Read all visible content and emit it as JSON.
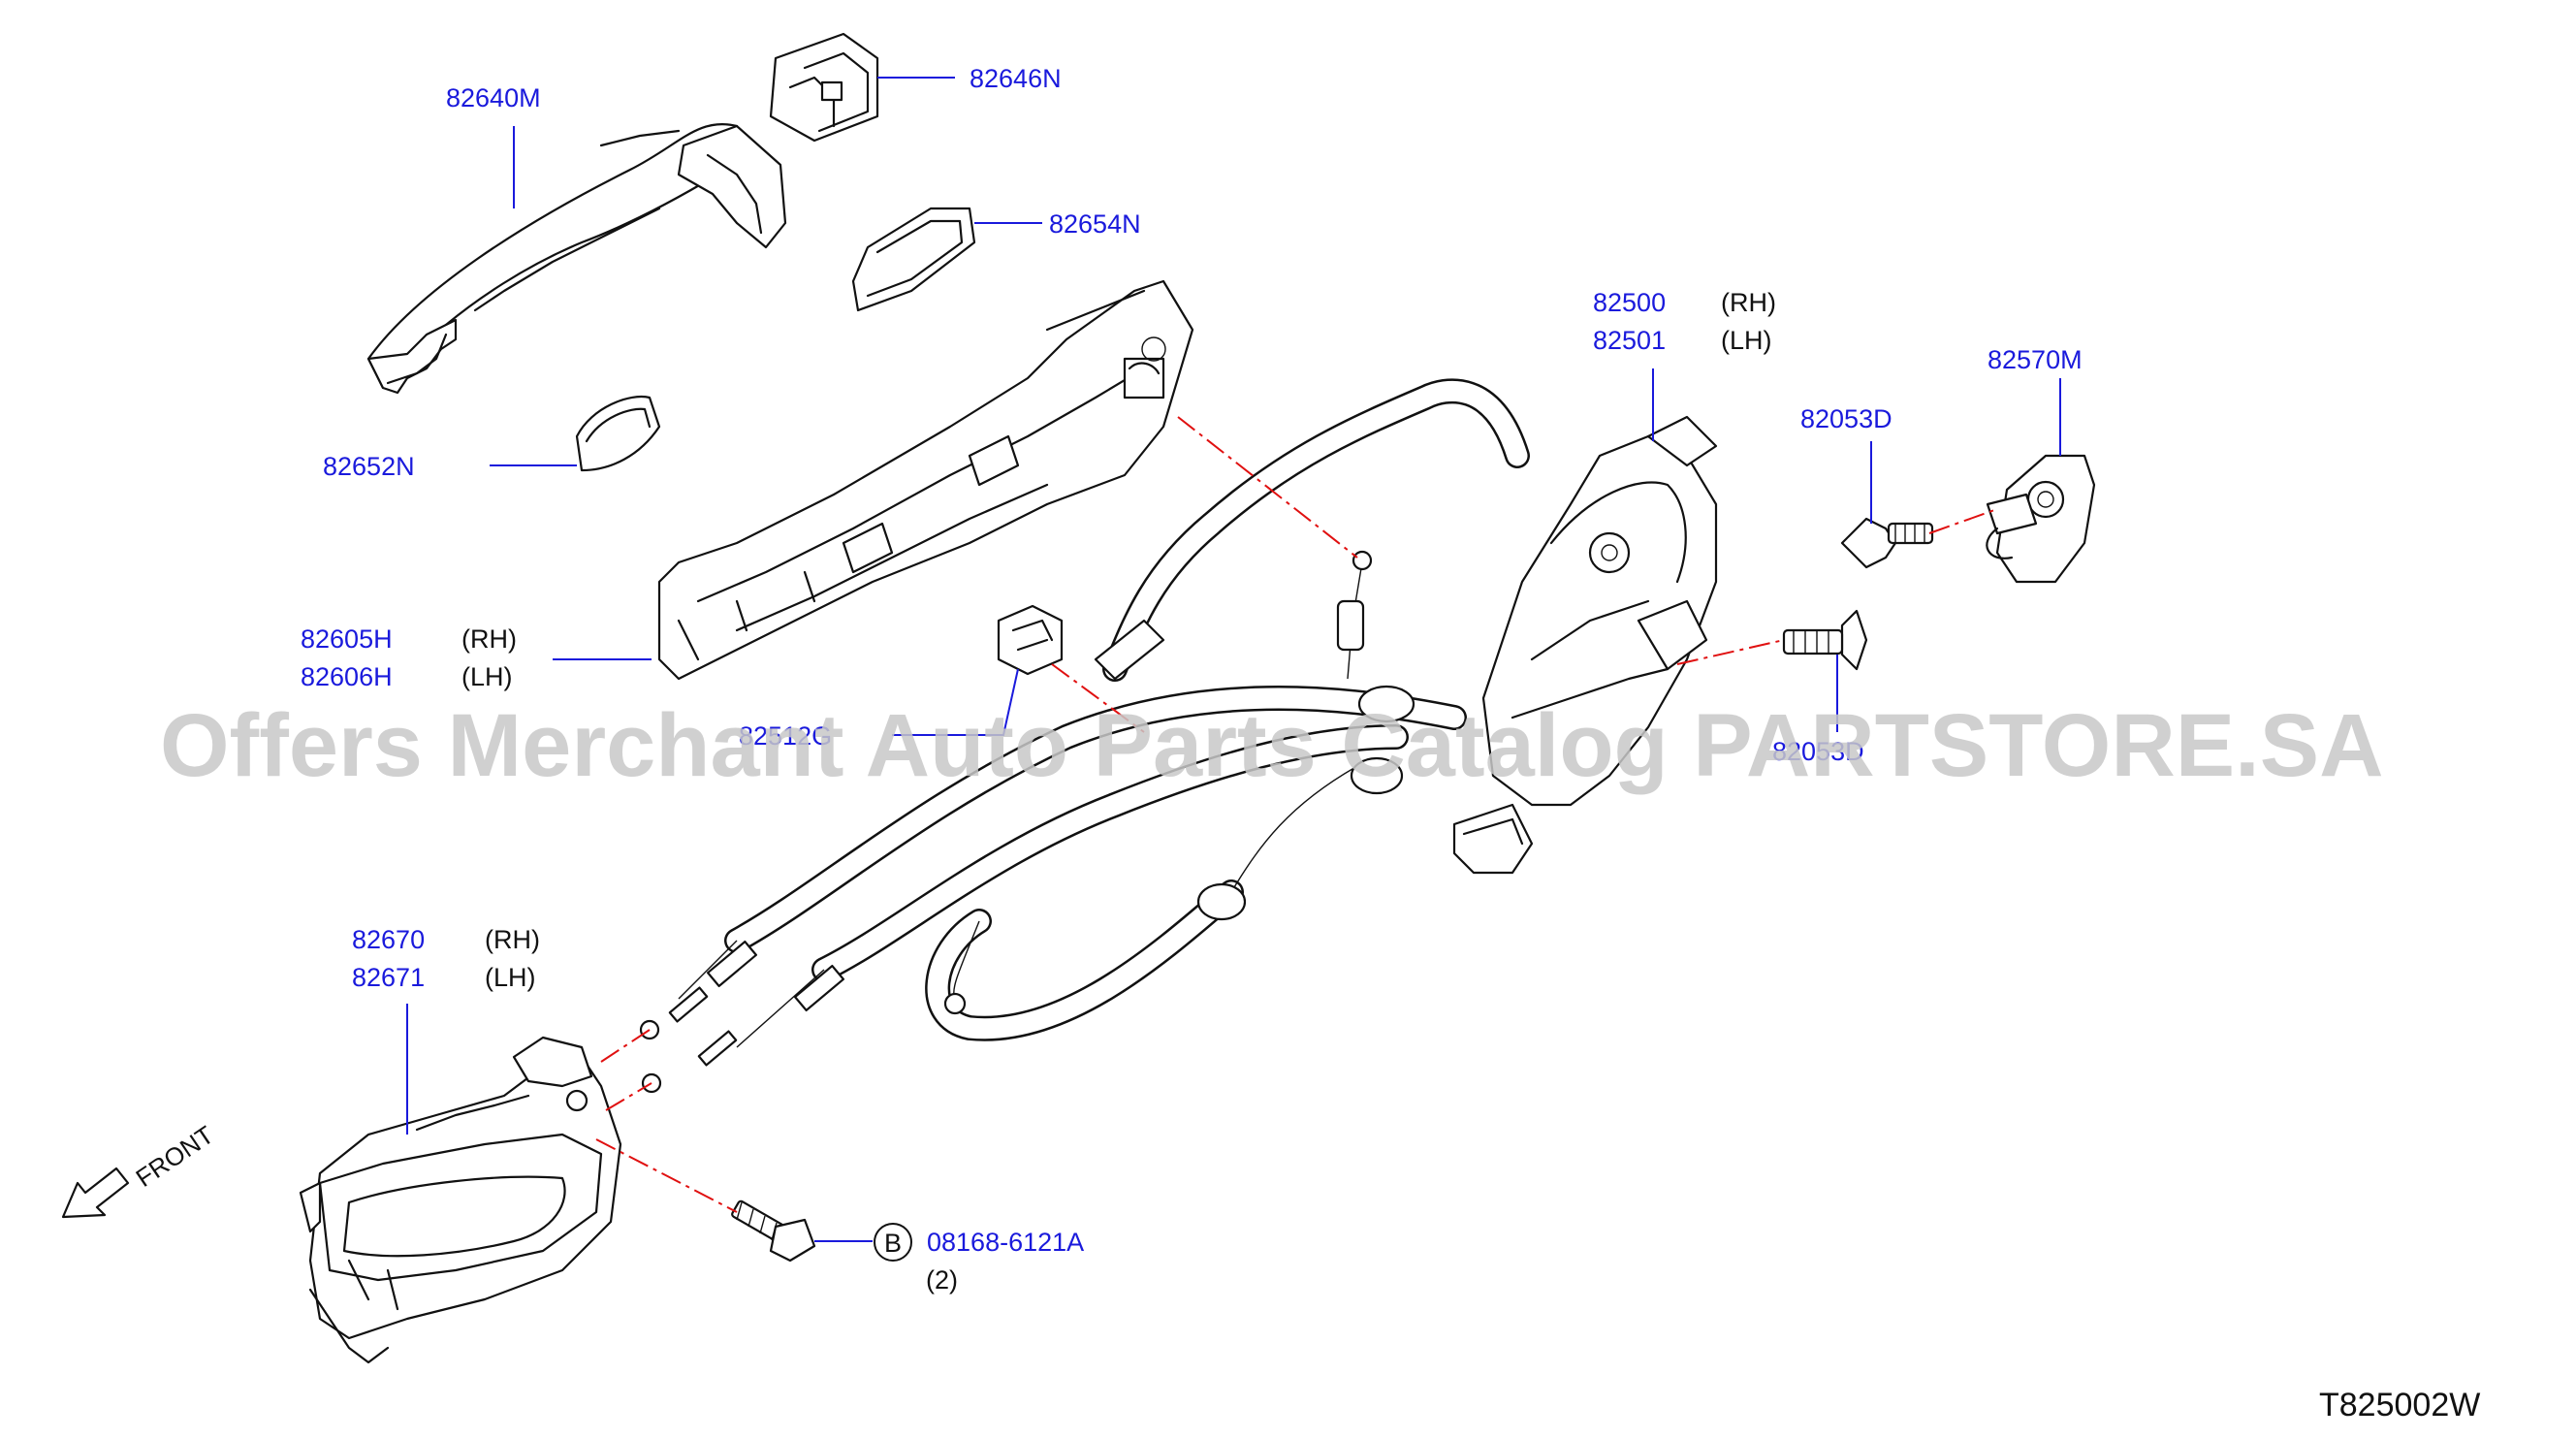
{
  "diagram_code": "T825002W",
  "watermark": "Offers Merchant Auto Parts Catalog PARTSTORE.SA",
  "front_label": "FRONT",
  "bolt_callout": {
    "letter": "B",
    "part": "08168-6121A",
    "qty": "(2)"
  },
  "parts": {
    "outside_handle": "82640M",
    "handle_cap": "82646N",
    "gasket_rear": "82654N",
    "gasket_front": "82652N",
    "bracket_rh": "82605H",
    "bracket_lh": "82606H",
    "clip": "82512G",
    "lock_rh": "82500",
    "lock_lh": "82501",
    "screw": "82053D",
    "striker": "82570M",
    "striker_screw": "82053D",
    "inside_handle_rh": "82670",
    "inside_handle_lh": "82671"
  },
  "side_tags": {
    "rh": "(RH)",
    "lh": "(LH)"
  }
}
